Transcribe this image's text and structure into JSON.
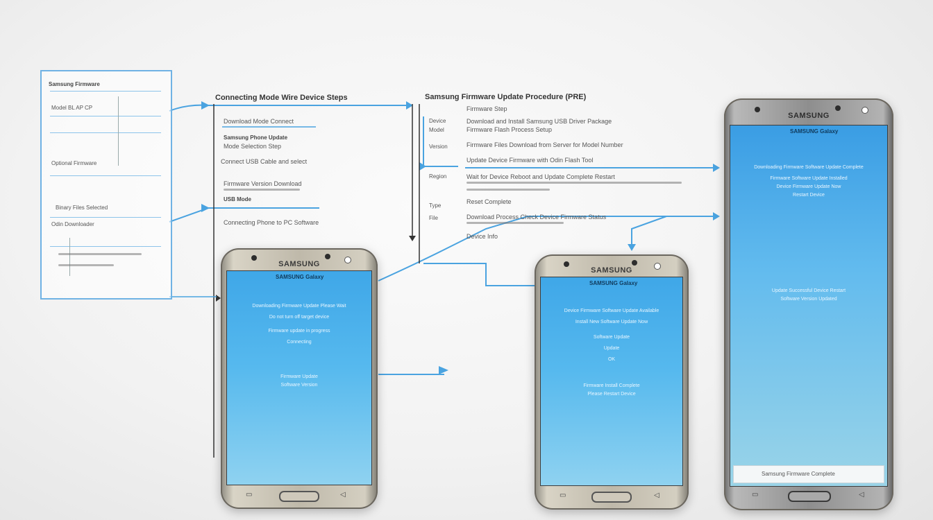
{
  "colors": {
    "accent": "#4aa3e0",
    "screen_top": "#3fa7e8",
    "screen_bottom": "#8fd2f0",
    "panel_border": "#6fb2e4"
  },
  "diagram": {
    "doc_panel": {
      "header": "Samsung Firmware",
      "row1": "Model  BL  AP  CP",
      "row2": "Optional Firmware",
      "row3": "Binary Files Selected",
      "row4": "Odin Downloader"
    },
    "col1": {
      "heading": "Connecting Mode Wire Device Steps",
      "lines": [
        "Download Mode Connect",
        "Samsung Phone Update",
        "Mode Selection Step",
        "Connect USB Cable and select",
        "Firmware Version Download",
        "USB Mode",
        "Connecting Phone to PC Software"
      ]
    },
    "col2": {
      "heading": "Samsung Firmware Update Procedure (PRE)",
      "sub": "Firmware Step",
      "labels": [
        "Device",
        "Model",
        "Version",
        "Region",
        "Type",
        "File"
      ],
      "lines": [
        "Download and Install Samsung USB Driver Package",
        "Firmware Flash Process Setup",
        "Firmware Files Download from Server for Model Number",
        "Update Device Firmware with Odin Flash Tool",
        "Wait for Device Reboot and Update Complete Restart",
        "Reset Complete",
        "Download Process Check Device Firmware Status",
        "Device Info"
      ]
    }
  },
  "phones": [
    {
      "brand": "SAMSUNG",
      "status": "SAMSUNG Galaxy",
      "screen_lines": [
        "Downloading Firmware Update Please Wait",
        "Do not turn off target device",
        "Firmware update in progress",
        "Connecting",
        "Firmware Update",
        "Software Version"
      ],
      "keys": [
        "▭",
        "◁"
      ]
    },
    {
      "brand": "SAMSUNG",
      "status": "SAMSUNG Galaxy",
      "screen_lines": [
        "Device Firmware Software Update Available",
        "Install New Software Update Now",
        "Software Update",
        "Update",
        "OK",
        "Firmware Install Complete",
        "Please Restart Device"
      ],
      "keys": [
        "▭",
        "◁"
      ]
    },
    {
      "brand": "SAMSUNG",
      "status": "SAMSUNG Galaxy",
      "screen_lines": [
        "Downloading Firmware Software Update Complete",
        "Firmware Software Update Installed",
        "Device Firmware Update Now",
        "Restart Device",
        "Update Successful Device Restart",
        "Software Version Updated"
      ],
      "bottom": "Samsung Firmware Complete",
      "keys": [
        "▭",
        "◁"
      ]
    }
  ]
}
